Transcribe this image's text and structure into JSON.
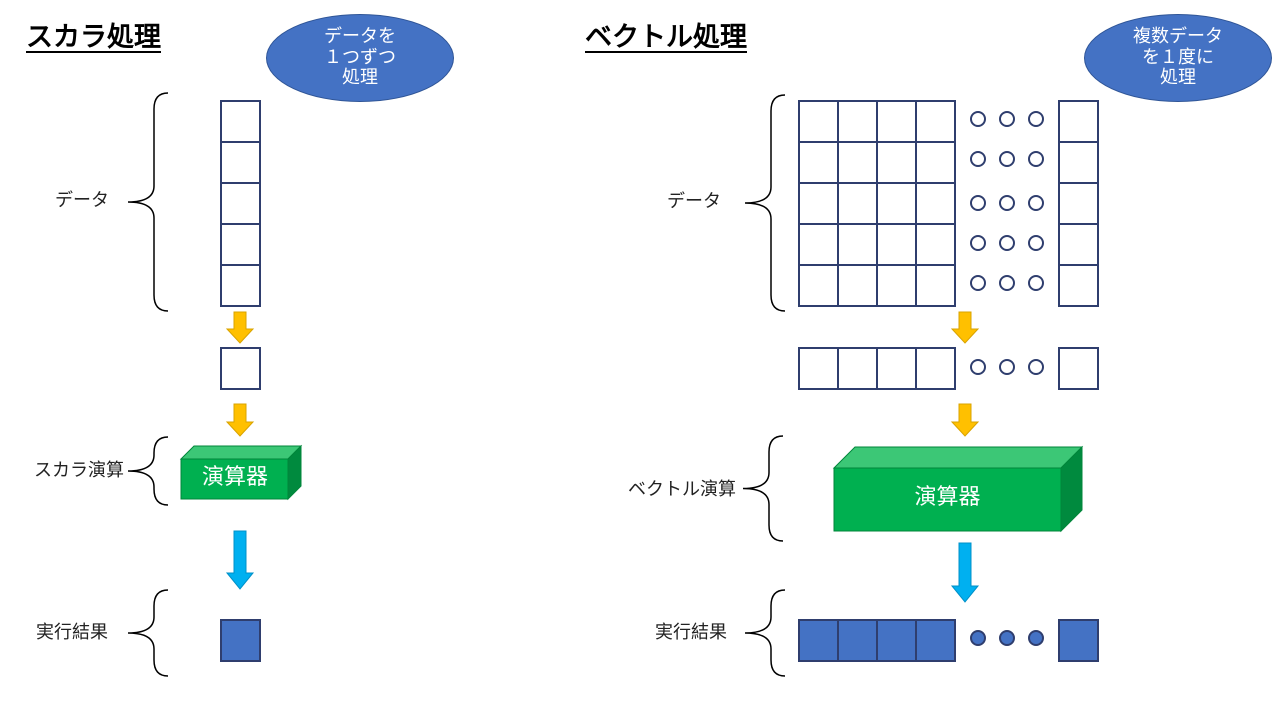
{
  "scalar": {
    "title": "スカラ処理",
    "bubble": [
      "データを",
      "１つずつ",
      "処理"
    ],
    "data_label": "データ",
    "op_label": "スカラ演算",
    "alu_label": "演算器",
    "result_label": "実行結果"
  },
  "vector": {
    "title": "ベクトル処理",
    "bubble": [
      "複数データ",
      "を１度に",
      "処理"
    ],
    "data_label": "データ",
    "op_label": "ベクトル演算",
    "alu_label": "演算器",
    "result_label": "実行結果"
  },
  "colors": {
    "grid_stroke": "#2f3e6e",
    "bubble": "#4472c4",
    "alu_front": "#00b050",
    "alu_top": "#3cc776",
    "alu_side": "#008a3e",
    "arrow_orange": "#ffc000",
    "arrow_blue": "#00b0f0",
    "result_fill": "#4472c4"
  }
}
